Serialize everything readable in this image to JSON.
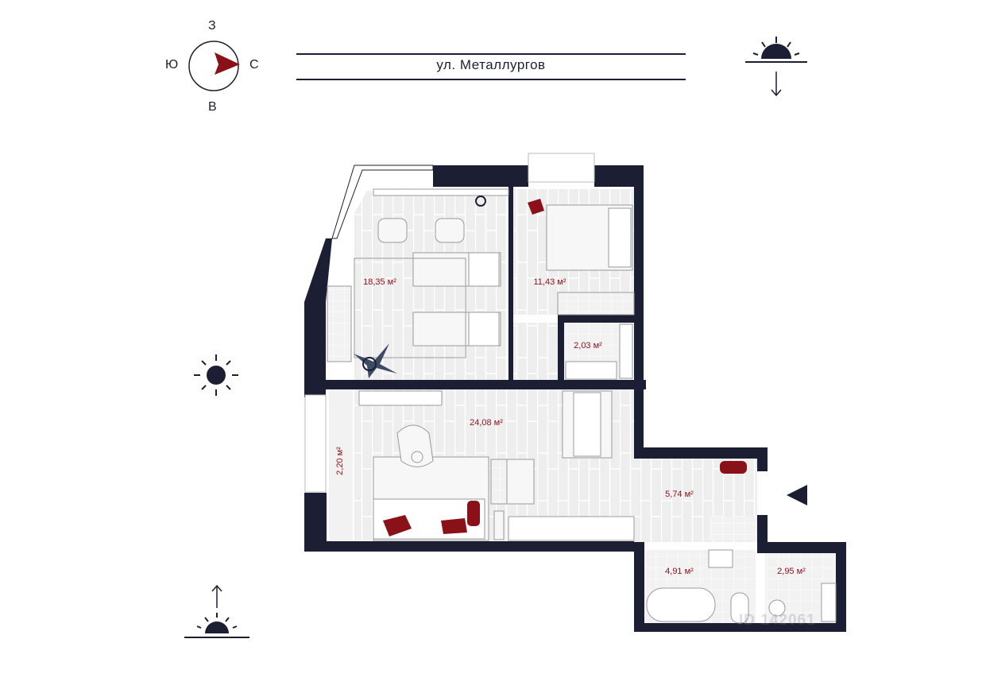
{
  "compass": {
    "north": "С",
    "south": "Ю",
    "west": "З",
    "east": "В"
  },
  "street": "ул. Металлургов",
  "rooms": [
    {
      "id": "room-1",
      "area": "18,35 м²"
    },
    {
      "id": "room-2",
      "area": "11,43 м²"
    },
    {
      "id": "room-3",
      "area": "2,03 м²"
    },
    {
      "id": "room-4",
      "area": "24,08 м²"
    },
    {
      "id": "room-5",
      "area": "2,20 м²"
    },
    {
      "id": "room-6",
      "area": "5,74 м²"
    },
    {
      "id": "room-7",
      "area": "4,91 м²"
    },
    {
      "id": "room-8",
      "area": "2,95 м²"
    }
  ],
  "watermark": "ID 142061",
  "colors": {
    "wall": "#1c1f33",
    "accent": "#8b1118",
    "floor": "#eeeeee"
  },
  "icons": [
    "compass-icon",
    "sunset-icon",
    "sun-icon",
    "sunrise-icon",
    "entrance-arrow-icon"
  ]
}
